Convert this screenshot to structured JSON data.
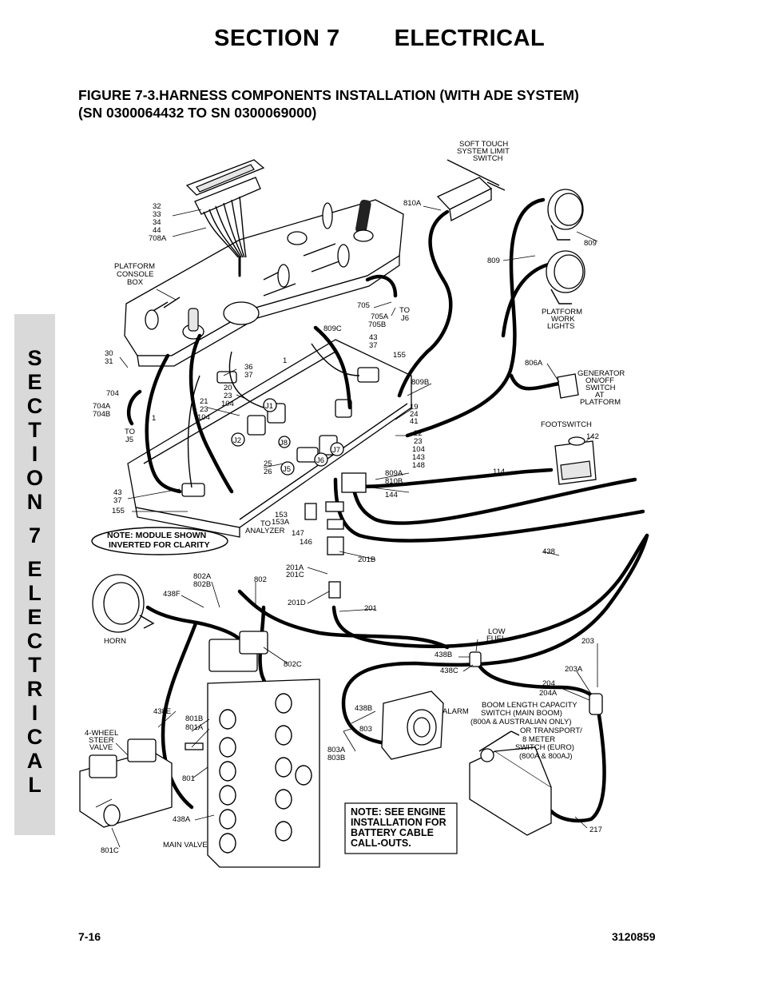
{
  "header": {
    "section": "SECTION 7",
    "title": "ELECTRICAL"
  },
  "figure": {
    "line1": "FIGURE 7-3.HARNESS COMPONENTS INSTALLATION (WITH ADE SYSTEM)",
    "line2": "(SN 0300064432 TO SN 0300069000)"
  },
  "side_tab": [
    "S",
    "E",
    "C",
    "T",
    "I",
    "O",
    "N",
    "7",
    "E",
    "L",
    "E",
    "C",
    "T",
    "R",
    "I",
    "C",
    "A",
    "L"
  ],
  "labels": {
    "soft_touch_1": "SOFT TOUCH",
    "soft_touch_2": "SYSTEM LIMIT",
    "soft_touch_3": "SWITCH",
    "l810a": "810A",
    "l809a": "809",
    "l809b": "809",
    "work_lights_1": "PLATFORM",
    "work_lights_2": "WORK",
    "work_lights_3": "LIGHTS",
    "l32": "32",
    "l33": "33",
    "l34": "34",
    "l44": "44",
    "l708a": "708A",
    "console_1": "PLATFORM",
    "console_2": "CONSOLE",
    "console_3": "BOX",
    "l705": "705",
    "l705a": "705A",
    "l705b": "705B",
    "to_j6_1": "TO",
    "to_j6_2": "J6",
    "l809c": "809C",
    "l43a": "43",
    "l37a": "37",
    "l155a": "155",
    "l30": "30",
    "l31": "31",
    "l1a": "1",
    "l36": "36",
    "l37b": "37",
    "l806a": "806A",
    "gen_1": "GENERATOR",
    "gen_2": "ON/OFF",
    "gen_3": "SWITCH",
    "gen_4": "AT",
    "gen_5": "PLATFORM",
    "l809b_conn": "809B",
    "l20": "20",
    "l23a": "23",
    "l104a": "104",
    "l704": "704",
    "l704a": "704A",
    "l704b": "704B",
    "l1b": "1",
    "l21": "21",
    "l23b": "23",
    "l104b": "104",
    "l19": "19",
    "l24": "24",
    "l41a": "41",
    "j1": "J1",
    "j2": "J2",
    "j8": "J8",
    "j7": "J7",
    "j6": "J6",
    "j5": "J5",
    "to_j5_1": "TO",
    "to_j5_2": "J5",
    "footswitch": "FOOTSWITCH",
    "l142": "142",
    "l22": "22",
    "l23c": "23",
    "l104c": "104",
    "l143": "143",
    "l148": "148",
    "l25": "25",
    "l26": "26",
    "l114": "114",
    "l809a_810b_1": "809A",
    "l809a_810b_2": "810B",
    "l144": "144",
    "l43b": "43",
    "l37c": "37",
    "l155b": "155",
    "l153": "153",
    "l153a": "153A",
    "to_analyzer_1": "TO",
    "to_analyzer_2": "ANALYZER",
    "l147": "147",
    "l146": "146",
    "l438a": "438",
    "l201b": "201B",
    "l201a": "201A",
    "l201c": "201C",
    "l201d": "201D",
    "l201": "201",
    "l802a": "802A",
    "l802b": "802B",
    "l802": "802",
    "l438f": "438F",
    "horn": "HORN",
    "l802c": "802C",
    "low_fuel_1": "LOW",
    "low_fuel_2": "FUEL",
    "l438b": "438B",
    "l438c": "438C",
    "l203": "203",
    "l203a": "203A",
    "l204": "204",
    "l204a": "204A",
    "boom_1": "BOOM LENGTH CAPACITY",
    "boom_2": "SWITCH (MAIN BOOM)",
    "boom_3": "(800A & AUSTRALIAN ONLY)",
    "boom_4": "OR TRANSPORT/",
    "boom_5": "8 METER",
    "boom_6": "SWITCH (EURO)",
    "boom_7": "(800A & 800AJ)",
    "l438e": "438E",
    "l801b": "801B",
    "l801a": "801A",
    "steer_1": "4-WHEEL",
    "steer_2": "STEER",
    "steer_3": "VALVE",
    "l438b2": "438B",
    "alarm": "ALARM",
    "l803": "803",
    "l803a": "803A",
    "l803b": "803B",
    "l801": "801",
    "l438a2": "438A",
    "l801c": "801C",
    "main_valve": "MAIN VALVE",
    "l217": "217"
  },
  "notes": {
    "module_1": "NOTE: MODULE SHOWN",
    "module_2": "INVERTED FOR CLARITY",
    "engine_1": "NOTE: SEE ENGINE",
    "engine_2": "INSTALLATION FOR",
    "engine_3": "BATTERY CABLE",
    "engine_4": "CALL-OUTS."
  },
  "footer": {
    "page": "7-16",
    "doc": "3120859"
  }
}
